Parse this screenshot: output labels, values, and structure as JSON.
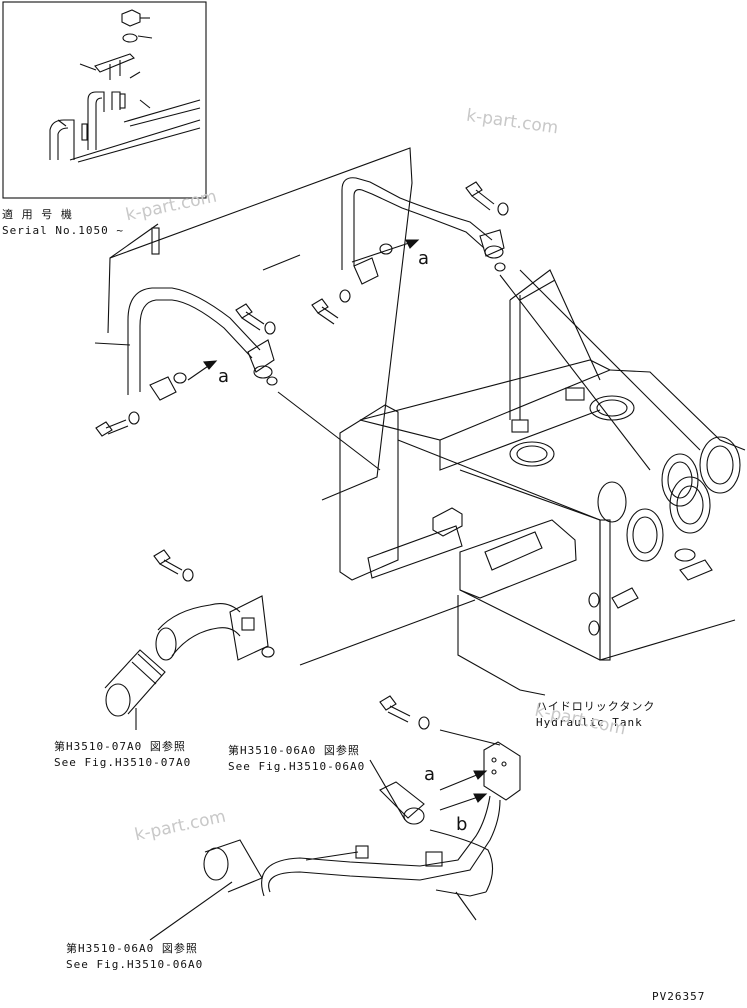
{
  "labels": {
    "serial_jp": "適 用 号 機",
    "serial_en": "Serial No.1050 ~",
    "ref1_jp": "第H3510-07A0 図参照",
    "ref1_en": "See Fig.H3510-07A0",
    "ref2_jp": "第H3510-06A0 図参照",
    "ref2_en": "See Fig.H3510-06A0",
    "ref3_jp": "第H3510-06A0 図参照",
    "ref3_en": "See Fig.H3510-06A0",
    "tank_jp": "ハイドロリックタンク",
    "tank_en": "Hydraulic Tank",
    "mark_a": "a",
    "mark_b": "b",
    "figure_no": "PV26357"
  },
  "watermark": "k-part.com",
  "colors": {
    "line": "#111111",
    "watermark": "#c8c8c8"
  }
}
